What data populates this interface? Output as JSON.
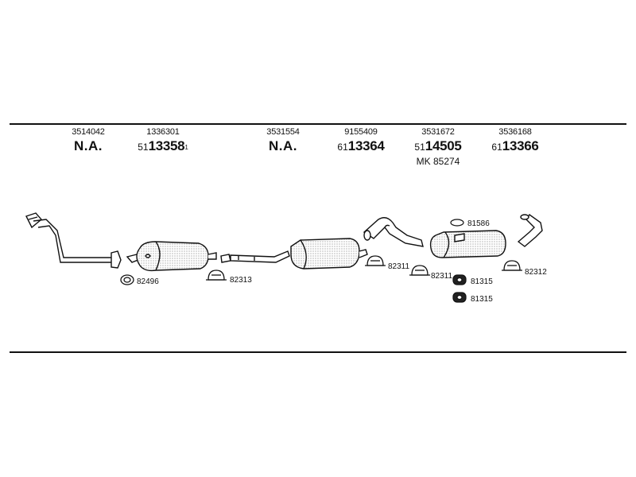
{
  "columns": [
    {
      "oe": "3514042",
      "na": "N.A."
    },
    {
      "oe": "1336301",
      "prefix": "51",
      "number": "13358",
      "sup": "1"
    },
    {
      "oe": "3531554",
      "na": "N.A."
    },
    {
      "oe": "9155409",
      "prefix": "61",
      "number": "13364"
    },
    {
      "oe": "3531672",
      "prefix": "51",
      "number": "14505",
      "extra": "MK 85274"
    },
    {
      "oe": "3536168",
      "prefix": "61",
      "number": "13366"
    }
  ],
  "part_labels": {
    "l82496": "82496",
    "l82313": "82313",
    "l82311a": "82311",
    "l82311b": "82311",
    "l81586": "81586",
    "l81315a": "81315",
    "l81315b": "81315",
    "l82312": "82312"
  }
}
